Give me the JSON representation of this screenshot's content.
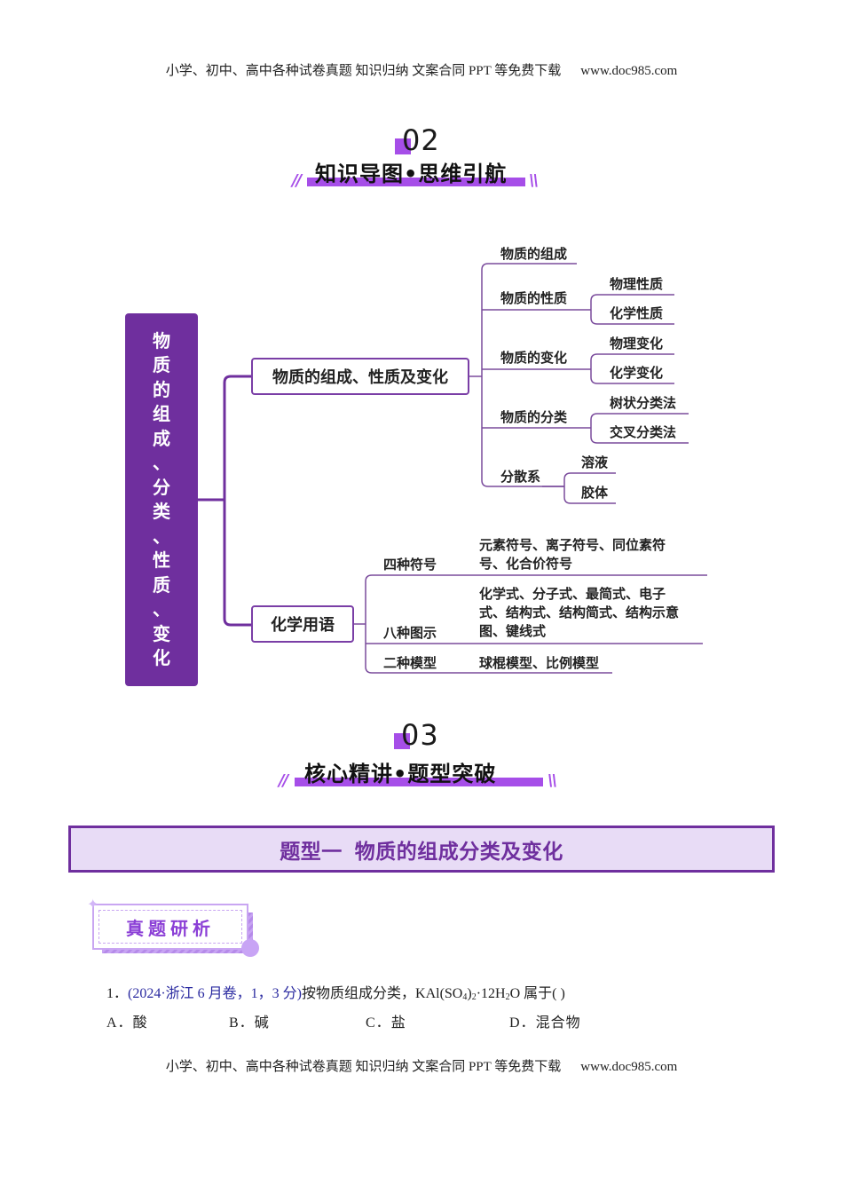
{
  "header": {
    "slogan": "小学、初中、高中各种试卷真题  知识归纳  文案合同  PPT 等免费下载",
    "site": "www.doc985.com"
  },
  "footer": {
    "slogan": "小学、初中、高中各种试卷真题  知识归纳  文案合同  PPT 等免费下载",
    "site": "www.doc985.com"
  },
  "section02": {
    "number": "02",
    "title": "知识导图•思维引航",
    "left_deco": "//",
    "right_deco": "\\\\"
  },
  "mindmap": {
    "root_chars": [
      "物",
      "质",
      "的",
      "组",
      "成",
      "、",
      "分",
      "类",
      "、",
      "性",
      "质",
      "、",
      "变",
      "化"
    ],
    "branch1": {
      "label": "物质的组成、性质及变化",
      "children": [
        {
          "label": "物质的组成",
          "children": []
        },
        {
          "label": "物质的性质",
          "children": [
            "物理性质",
            "化学性质"
          ]
        },
        {
          "label": "物质的变化",
          "children": [
            "物理变化",
            "化学变化"
          ]
        },
        {
          "label": "物质的分类",
          "children": [
            "树状分类法",
            "交叉分类法"
          ]
        },
        {
          "label": "分散系",
          "children": [
            "溶液",
            "胶体"
          ]
        }
      ]
    },
    "branch2": {
      "label": "化学用语",
      "children": [
        {
          "label": "四种符号",
          "detail_lines": [
            "元素符号、离子符号、同位素符",
            "号、化合价符号"
          ]
        },
        {
          "label": "八种图示",
          "detail_lines": [
            "化学式、分子式、最简式、电子",
            "式、结构式、结构简式、结构示意",
            "图、键线式"
          ]
        },
        {
          "label": "二种模型",
          "detail_lines": [
            "球棍模型、比例模型"
          ]
        }
      ]
    }
  },
  "section03": {
    "number": "03",
    "title": "核心精讲•题型突破",
    "left_deco": "//",
    "right_deco": "\\\\"
  },
  "category": {
    "label": "题型一",
    "title": "物质的组成分类及变化"
  },
  "badge": {
    "label": "真题研析"
  },
  "question": {
    "number": "1．",
    "source": "(2024·浙江 6 月卷，1，3 分)",
    "stem_before": "按物质组成分类，KAl(SO",
    "sub1": "4",
    "mid1": ")",
    "sub2": "2",
    "mid2": "·12H",
    "sub3": "2",
    "stem_after": "O 属于(   )",
    "options": [
      {
        "key": "A．",
        "text": "酸"
      },
      {
        "key": "B．",
        "text": "碱"
      },
      {
        "key": "C．",
        "text": "盐"
      },
      {
        "key": "D．",
        "text": "混合物"
      }
    ]
  },
  "colors": {
    "accent_purple": "#a64ee8",
    "dark_purple": "#6f2f9e",
    "banner_bg": "#e8dcf6",
    "line_purple": "#7a4b9c"
  }
}
